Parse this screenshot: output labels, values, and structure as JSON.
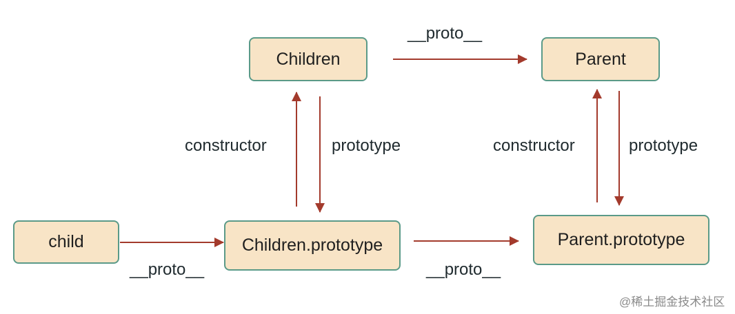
{
  "nodes": {
    "children": "Children",
    "parent": "Parent",
    "child": "child",
    "children_prototype": "Children.prototype",
    "parent_prototype": "Parent.prototype"
  },
  "edge_labels": {
    "children_to_parent": "__proto__",
    "children_to_children_prototype": "prototype",
    "children_prototype_to_children": "constructor",
    "parent_to_parent_prototype": "prototype",
    "parent_prototype_to_parent": "constructor",
    "child_to_children_prototype": "__proto__",
    "children_prototype_to_parent_prototype": "__proto__"
  },
  "watermark": "@稀土掘金技术社区",
  "colors": {
    "node_fill": "#f8e4c6",
    "node_border": "#5a9a88",
    "arrow": "#a33a2c"
  }
}
